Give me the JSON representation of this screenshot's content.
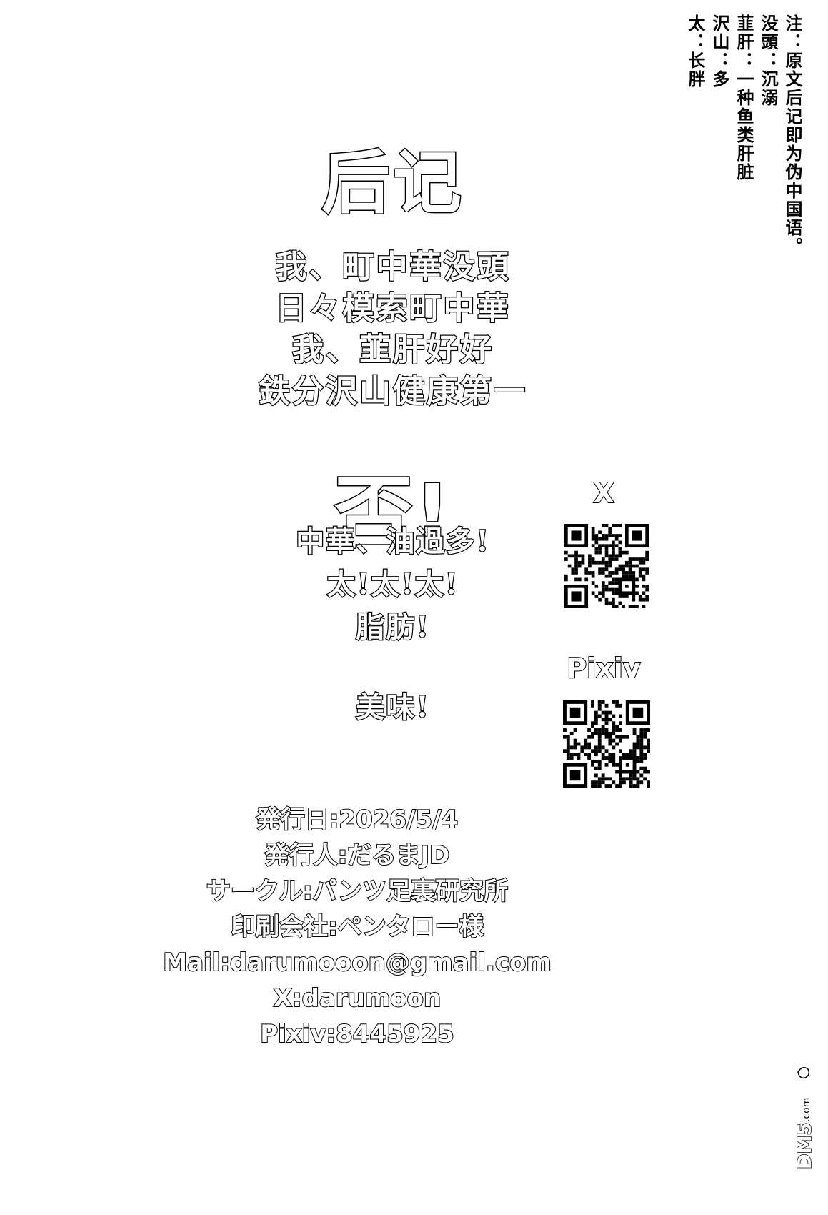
{
  "notes": {
    "lines": [
      "注：原文后记即为伪中国语。",
      "没頭：沉溺",
      "韮肝：一种鱼类肝脏",
      "沢山：多",
      "太：长胖"
    ]
  },
  "afterword": {
    "title": "后记",
    "verse": [
      "我、町中華没頭",
      "日々模索町中華",
      "我、韮肝好好",
      "鉄分沢山健康第一"
    ]
  },
  "reply": {
    "exclaim": "否!",
    "lines": [
      "中華、油過多!",
      "太!太!太!",
      "脂肪!"
    ],
    "final": "美味!"
  },
  "qr": {
    "x_label": "X",
    "pixiv_label": "Pixiv"
  },
  "colophon": {
    "date": "発行日:2026/5/4",
    "publisher": "発行人:だるまJD",
    "circle": "サークル:パンツ足裏研究所",
    "printer": "印刷会社:ペンタロー様",
    "mail": "Mail:darumooon@gmail.com",
    "x": "X:darumoon",
    "pixiv": "Pixiv:8445925"
  },
  "watermark": {
    "text": "DM5.com"
  }
}
